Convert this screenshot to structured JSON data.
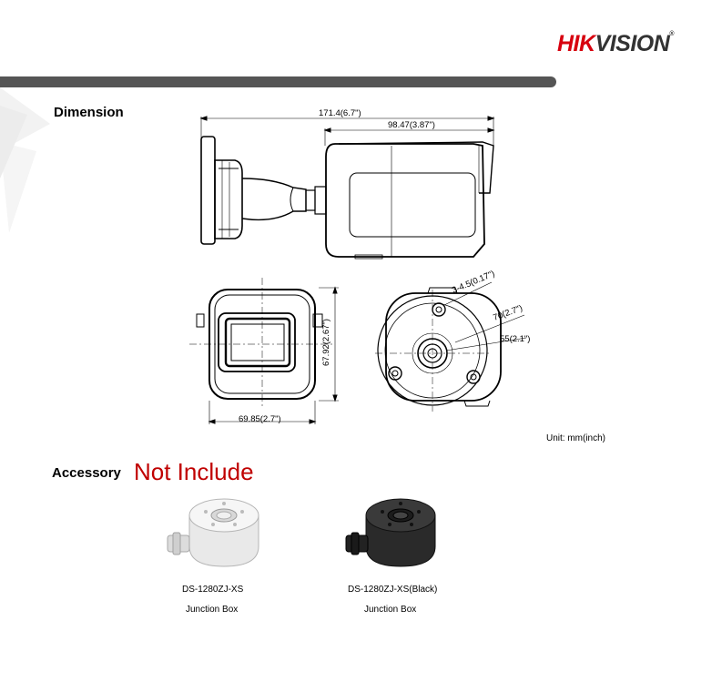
{
  "brand": {
    "logo_left": "HIK",
    "logo_right": "VISION",
    "mark": "®"
  },
  "sections": {
    "dimension_title": "Dimension",
    "accessory_title": "Accessory",
    "accessory_note": "Not Include"
  },
  "dimensions": {
    "total_length": "171.4(6.7\")",
    "body_length": "98.47(3.87\")",
    "front_height": "67.92(2.67\")",
    "front_width": "69.85(2.7\")",
    "screw": "3-4.5(0.17\")",
    "base_outer": "70(2.7\")",
    "base_inner": "55(2.1\")",
    "unit": "Unit: mm(inch)"
  },
  "accessories": [
    {
      "model": "DS-1280ZJ-XS",
      "name": "Junction Box",
      "color": "#e6e6e6"
    },
    {
      "model": "DS-1280ZJ-XS(Black)",
      "name": "Junction Box",
      "color": "#2b2b2b"
    }
  ]
}
